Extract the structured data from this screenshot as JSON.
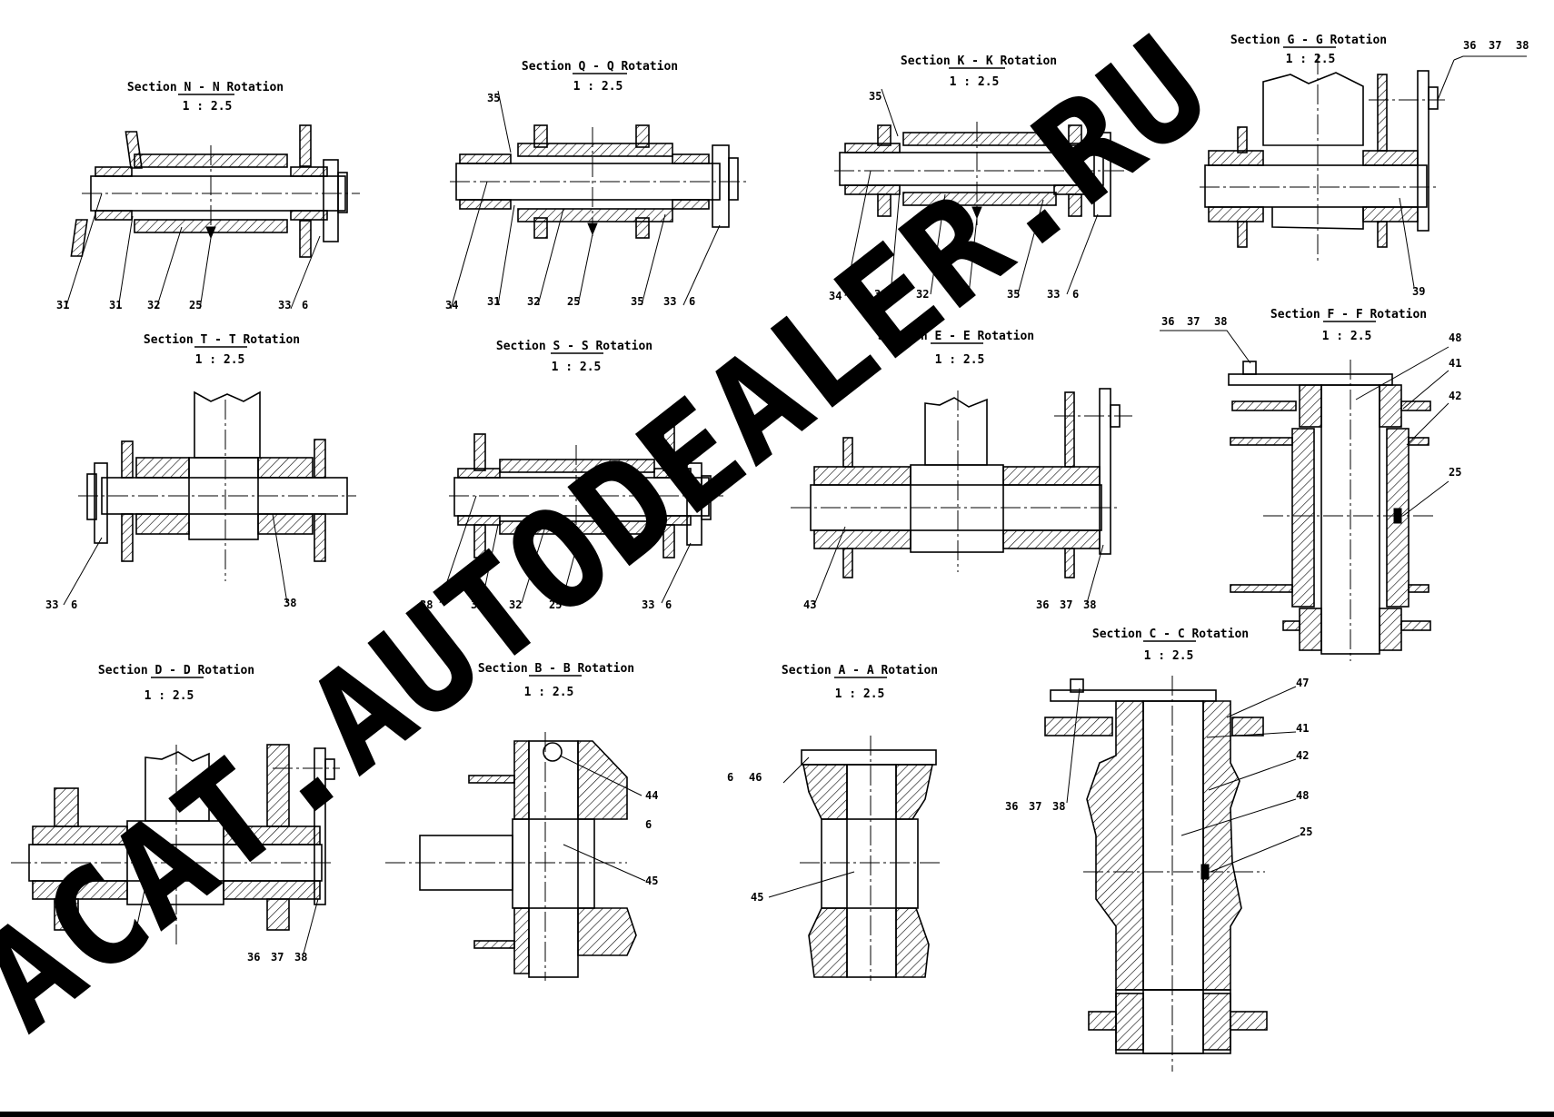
{
  "watermark": "ACAT.AUTODEALER.RU",
  "sections": [
    {
      "id": "N",
      "title": "Section N - N Rotation",
      "scale": "1 : 2.5",
      "callouts": [
        "31",
        "31",
        "32",
        "25",
        "33",
        "6"
      ]
    },
    {
      "id": "Q",
      "title": "Section Q - Q Rotation",
      "scale": "1 : 2.5",
      "callouts": [
        "35",
        "34",
        "31",
        "32",
        "25",
        "35",
        "33",
        "6"
      ]
    },
    {
      "id": "K",
      "title": "Section K - K Rotation",
      "scale": "1 : 2.5",
      "callouts": [
        "35",
        "34",
        "31",
        "32",
        "25",
        "35",
        "33",
        "6"
      ]
    },
    {
      "id": "G",
      "title": "Section G - G Rotation",
      "scale": "1 : 2.5",
      "callouts": [
        "36",
        "37",
        "38",
        "39"
      ]
    },
    {
      "id": "T",
      "title": "Section T - T Rotation",
      "scale": "1 : 2.5",
      "callouts": [
        "33",
        "6",
        "38"
      ]
    },
    {
      "id": "S",
      "title": "Section S - S Rotation",
      "scale": "1 : 2.5",
      "callouts": [
        "38",
        "32",
        "32",
        "25",
        "33",
        "6"
      ]
    },
    {
      "id": "E",
      "title": "Section E - E Rotation",
      "scale": "1 : 2.5",
      "callouts": [
        "43",
        "36",
        "37",
        "38"
      ]
    },
    {
      "id": "F",
      "title": "Section F - F Rotation",
      "scale": "1 : 2.5",
      "callouts": [
        "36",
        "37",
        "38",
        "48",
        "41",
        "42",
        "25"
      ]
    },
    {
      "id": "D",
      "title": "Section D - D Rotation",
      "scale": "1 : 2.5",
      "callouts": [
        "43",
        "36",
        "37",
        "38"
      ]
    },
    {
      "id": "B",
      "title": "Section B - B Rotation",
      "scale": "1 : 2.5",
      "callouts": [
        "44",
        "6",
        "45"
      ]
    },
    {
      "id": "A",
      "title": "Section A - A Rotation",
      "scale": "1 : 2.5",
      "callouts": [
        "6",
        "46",
        "45"
      ]
    },
    {
      "id": "C",
      "title": "Section C - C Rotation",
      "scale": "1 : 2.5",
      "callouts": [
        "36",
        "37",
        "38",
        "47",
        "41",
        "42",
        "48",
        "25"
      ]
    }
  ]
}
